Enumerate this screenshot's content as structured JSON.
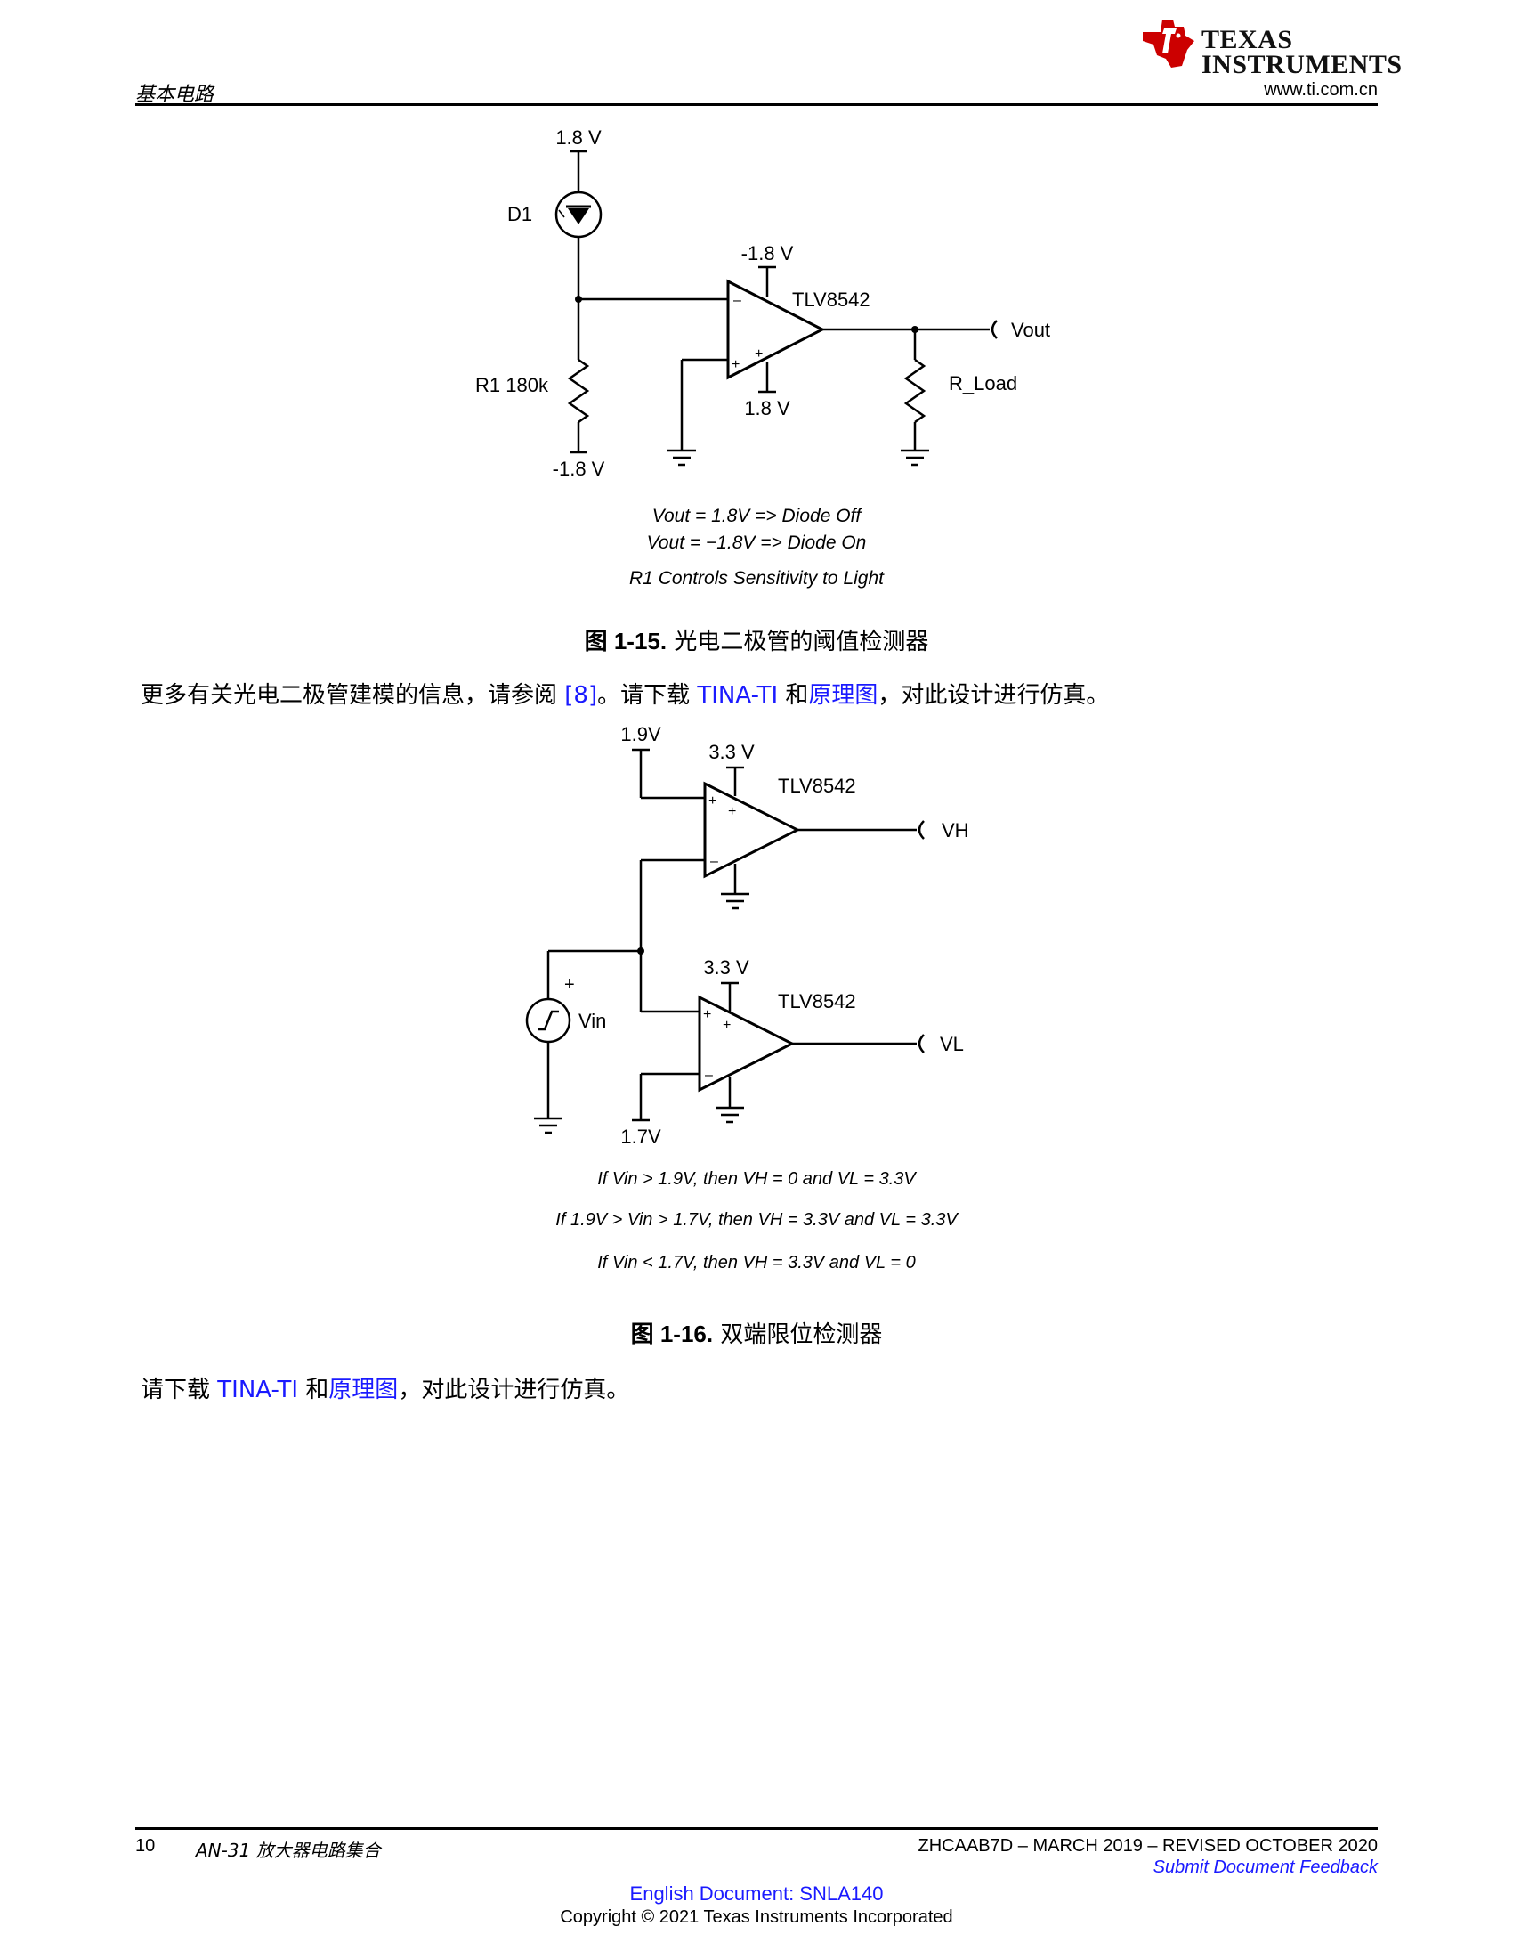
{
  "header": {
    "section": "基本电路",
    "url": "www.ti.com.cn",
    "logo_line1": "TEXAS",
    "logo_line2": "INSTRUMENTS"
  },
  "figure15": {
    "supply_top": "1.8 V",
    "diode_label": "D1",
    "opamp_neg_supply": "-1.8 V",
    "opamp_label": "TLV8542",
    "output_label": "Vout",
    "resistor_label": "R1 180k",
    "opamp_pos_supply": "1.8 V",
    "load_label": "R_Load",
    "supply_bottom": "-1.8 V",
    "minus_sign": "–",
    "plus_sign": "+",
    "eq1": "Vout = 1.8V => Diode Off",
    "eq2": "Vout = −1.8V => Diode On",
    "eq3": "R1 Controls Sensitivity to Light",
    "caption_num": "图 1-15.",
    "caption_text": "光电二极管的阈值检测器"
  },
  "para1": {
    "text_a": "更多有关光电二极管建模的信息，请参阅 ",
    "ref": "[8]",
    "text_b": "。请下载 ",
    "link1": "TINA-TI",
    "text_c": " 和",
    "link2": "原理图",
    "text_d": "，对此设计进行仿真。"
  },
  "figure16": {
    "v_high_ref": "1.9V",
    "supply_top": "3.3 V",
    "opamp_top_label": "TLV8542",
    "out_high": "VH",
    "plus_sign": "+",
    "minus_sign": "–",
    "source_label": "Vin",
    "supply_bottom_opamp": "3.3 V",
    "opamp_bottom_label": "TLV8542",
    "out_low": "VL",
    "v_low_ref": "1.7V",
    "eq1": "If Vin > 1.9V, then VH = 0 and VL = 3.3V",
    "eq2": "If 1.9V > Vin > 1.7V, then VH = 3.3V and VL = 3.3V",
    "eq3": "If Vin < 1.7V, then VH = 3.3V and VL = 0",
    "caption_num": "图 1-16.",
    "caption_text": "双端限位检测器"
  },
  "para2": {
    "text_a": "请下载 ",
    "link1": "TINA-TI",
    "text_b": " 和",
    "link2": "原理图",
    "text_c": "，对此设计进行仿真。"
  },
  "footer": {
    "page": "10",
    "doc_title": "AN-31 放大器电路集合",
    "revision": "ZHCAAB7D – MARCH 2019 – REVISED OCTOBER 2020",
    "feedback": "Submit Document Feedback",
    "english_doc": "English Document: SNLA140",
    "copyright": "Copyright © 2021 Texas Instruments Incorporated"
  }
}
